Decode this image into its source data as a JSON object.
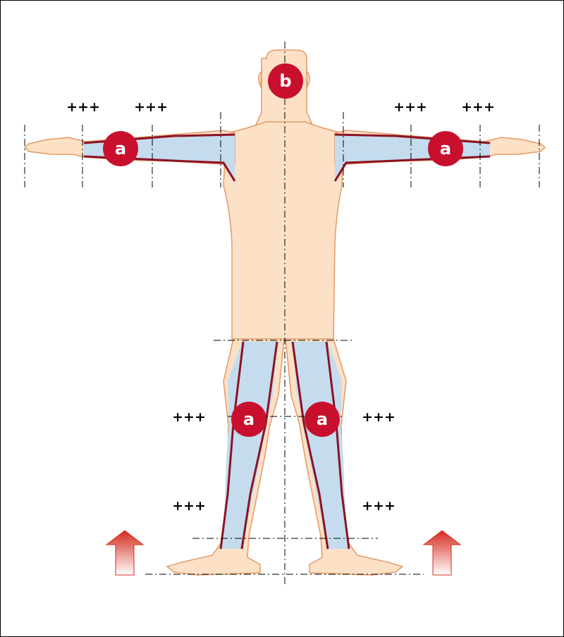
{
  "colors": {
    "skin": "#fce1c6",
    "skin_outline": "#e39a67",
    "affected_zone": "#c4dcee",
    "vessel_line": "#8b1224",
    "marker": "#c8102e",
    "marker_text": "#ffffff",
    "arrow_top": "#d52b1e",
    "arrow_bottom": "#ffffff",
    "axis_line": "#000000"
  },
  "labels": {
    "head_marker": "b",
    "left_upper_arm_marker": "a",
    "right_upper_arm_marker": "a",
    "left_knee_marker": "a",
    "right_knee_marker": "a",
    "arm_left_outer_plus": "+++",
    "arm_left_inner_plus": "+++",
    "arm_right_inner_plus": "+++",
    "arm_right_outer_plus": "+++",
    "knee_left_plus": "+++",
    "knee_right_plus": "+++",
    "shin_left_plus": "+++",
    "shin_right_plus": "+++"
  },
  "icons": {
    "left_arrow": "up-arrow-icon",
    "right_arrow": "up-arrow-icon"
  }
}
